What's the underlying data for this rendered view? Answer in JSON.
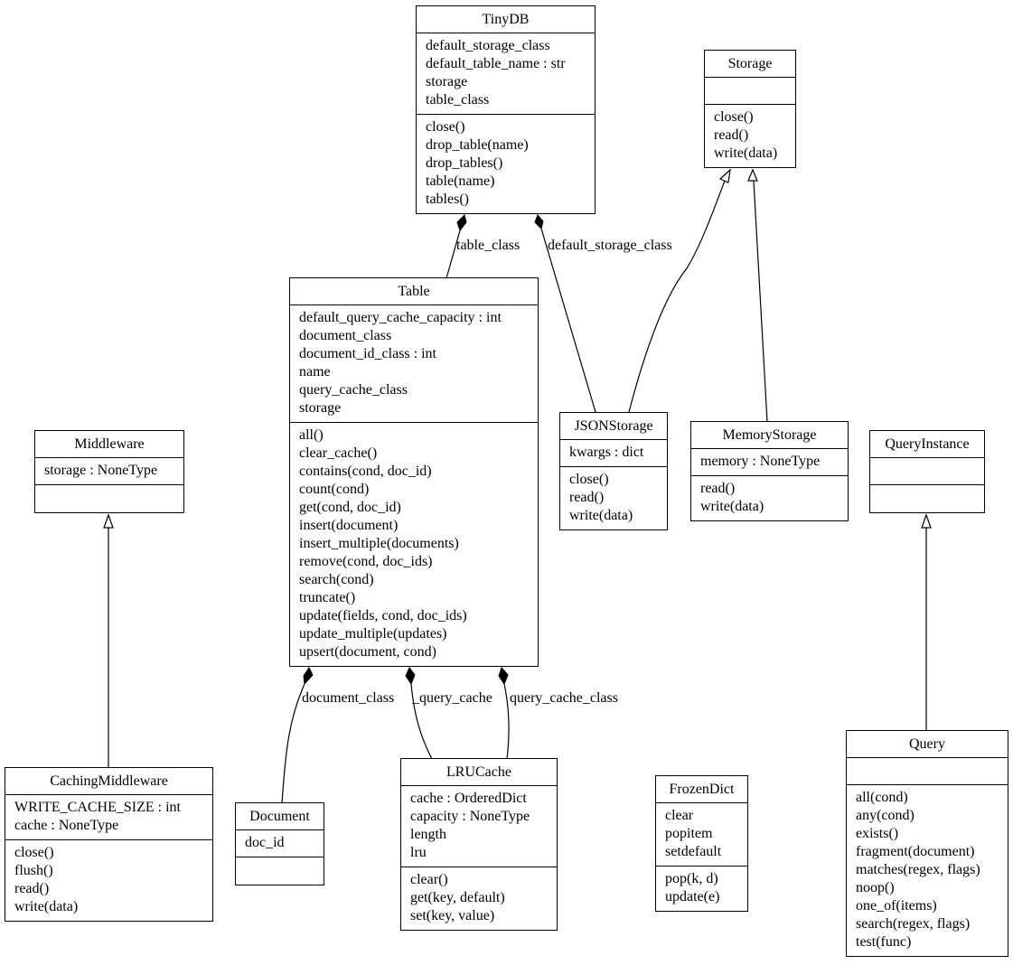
{
  "classes": {
    "tinydb": {
      "name": "TinyDB",
      "attributes": [
        "default_storage_class",
        "default_table_name : str",
        "storage",
        "table_class"
      ],
      "methods": [
        "close()",
        "drop_table(name)",
        "drop_tables()",
        "table(name)",
        "tables()"
      ]
    },
    "storage": {
      "name": "Storage",
      "attributes": [],
      "methods": [
        "close()",
        "read()",
        "write(data)"
      ]
    },
    "table": {
      "name": "Table",
      "attributes": [
        "default_query_cache_capacity : int",
        "document_class",
        "document_id_class : int",
        "name",
        "query_cache_class",
        "storage"
      ],
      "methods": [
        "all()",
        "clear_cache()",
        "contains(cond, doc_id)",
        "count(cond)",
        "get(cond, doc_id)",
        "insert(document)",
        "insert_multiple(documents)",
        "remove(cond, doc_ids)",
        "search(cond)",
        "truncate()",
        "update(fields, cond, doc_ids)",
        "update_multiple(updates)",
        "upsert(document, cond)"
      ]
    },
    "jsonstorage": {
      "name": "JSONStorage",
      "attributes": [
        "kwargs : dict"
      ],
      "methods": [
        "close()",
        "read()",
        "write(data)"
      ]
    },
    "memorystorage": {
      "name": "MemoryStorage",
      "attributes": [
        "memory : NoneType"
      ],
      "methods": [
        "read()",
        "write(data)"
      ]
    },
    "queryinstance": {
      "name": "QueryInstance",
      "attributes": [],
      "methods": []
    },
    "middleware": {
      "name": "Middleware",
      "attributes": [
        "storage : NoneType"
      ],
      "methods": []
    },
    "cachingmiddleware": {
      "name": "CachingMiddleware",
      "attributes": [
        "WRITE_CACHE_SIZE : int",
        "cache : NoneType"
      ],
      "methods": [
        "close()",
        "flush()",
        "read()",
        "write(data)"
      ]
    },
    "document": {
      "name": "Document",
      "attributes": [
        "doc_id"
      ],
      "methods": []
    },
    "lrucache": {
      "name": "LRUCache",
      "attributes": [
        "cache : OrderedDict",
        "capacity : NoneType",
        "length",
        "lru"
      ],
      "methods": [
        "clear()",
        "get(key, default)",
        "set(key, value)"
      ]
    },
    "frozendict": {
      "name": "FrozenDict",
      "attributes": [
        "clear",
        "popitem",
        "setdefault"
      ],
      "methods": [
        "pop(k, d)",
        "update(e)"
      ]
    },
    "query": {
      "name": "Query",
      "attributes": [],
      "methods": [
        "all(cond)",
        "any(cond)",
        "exists()",
        "fragment(document)",
        "matches(regex, flags)",
        "noop()",
        "one_of(items)",
        "search(regex, flags)",
        "test(func)"
      ]
    }
  },
  "edge_labels": {
    "table_class": "table_class",
    "default_storage_class": "default_storage_class",
    "document_class": "document_class",
    "query_cache": "_query_cache",
    "query_cache_class": "query_cache_class"
  }
}
